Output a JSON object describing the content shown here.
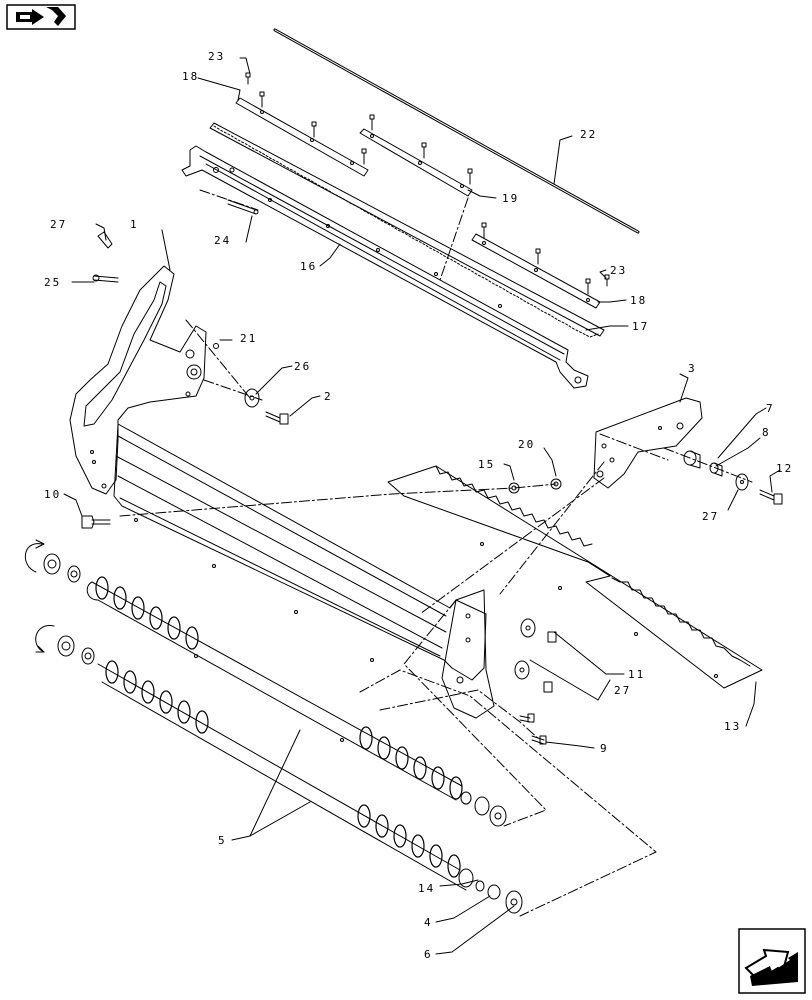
{
  "navigation": {
    "back_icon": "back-arrow-icon",
    "next_icon": "next-arrow-icon"
  },
  "callouts": [
    {
      "id": "c1",
      "label": "1"
    },
    {
      "id": "c2",
      "label": "2"
    },
    {
      "id": "c3",
      "label": "3"
    },
    {
      "id": "c4",
      "label": "4"
    },
    {
      "id": "c5",
      "label": "5"
    },
    {
      "id": "c6",
      "label": "6"
    },
    {
      "id": "c7",
      "label": "7"
    },
    {
      "id": "c8",
      "label": "8"
    },
    {
      "id": "c9",
      "label": "9"
    },
    {
      "id": "c10",
      "label": "10"
    },
    {
      "id": "c11",
      "label": "11"
    },
    {
      "id": "c12",
      "label": "12"
    },
    {
      "id": "c13",
      "label": "13"
    },
    {
      "id": "c14",
      "label": "14"
    },
    {
      "id": "c15",
      "label": "15"
    },
    {
      "id": "c16",
      "label": "16"
    },
    {
      "id": "c17",
      "label": "17"
    },
    {
      "id": "c18a",
      "label": "18"
    },
    {
      "id": "c18b",
      "label": "18"
    },
    {
      "id": "c19",
      "label": "19"
    },
    {
      "id": "c20",
      "label": "20"
    },
    {
      "id": "c21",
      "label": "21"
    },
    {
      "id": "c22",
      "label": "22"
    },
    {
      "id": "c23a",
      "label": "23"
    },
    {
      "id": "c23b",
      "label": "23"
    },
    {
      "id": "c24",
      "label": "24"
    },
    {
      "id": "c25",
      "label": "25"
    },
    {
      "id": "c26",
      "label": "26"
    },
    {
      "id": "c27a",
      "label": "27"
    },
    {
      "id": "c27b",
      "label": "27"
    },
    {
      "id": "c27c",
      "label": "27"
    }
  ]
}
